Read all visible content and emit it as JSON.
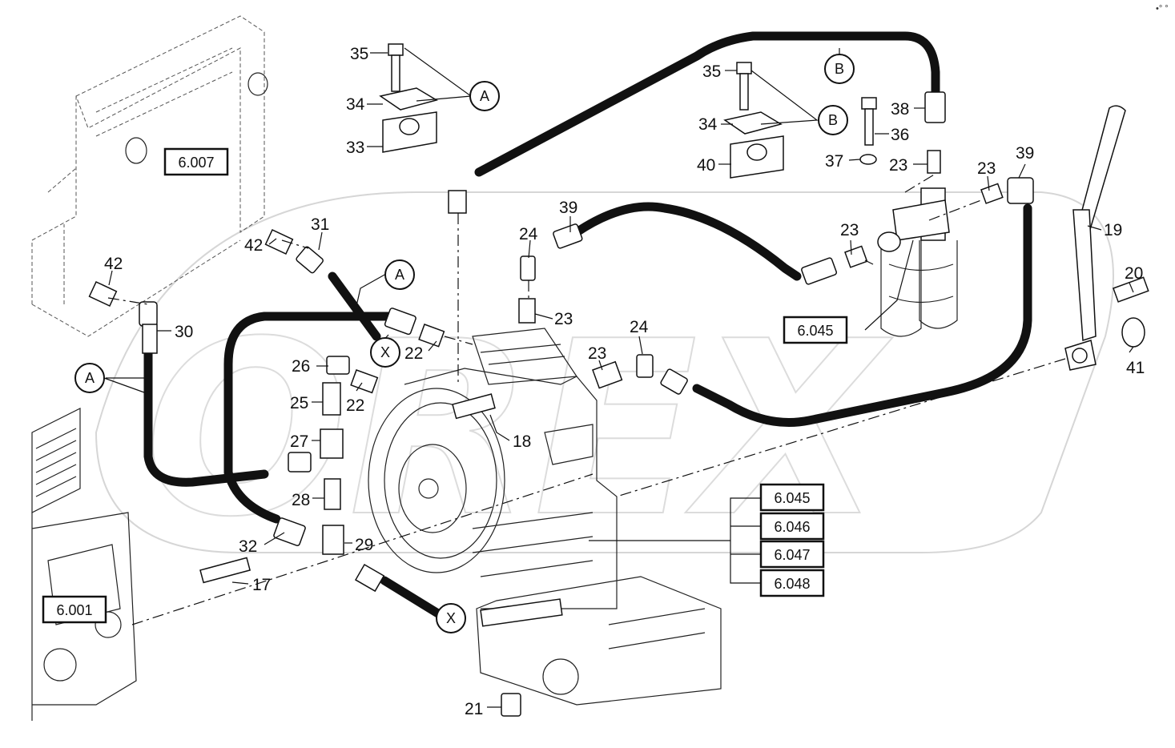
{
  "watermark": "OREX",
  "corner_mark": "•° °",
  "reference_boxes": [
    "6.007",
    "6.001",
    "6.045",
    "6.045",
    "6.046",
    "6.047",
    "6.048"
  ],
  "circle_markers": [
    "A",
    "A",
    "A",
    "B",
    "B",
    "X",
    "X"
  ],
  "part_numbers": [
    "35",
    "34",
    "33",
    "35",
    "34",
    "40",
    "36",
    "37",
    "23",
    "38",
    "31",
    "42",
    "42",
    "30",
    "39",
    "24",
    "23",
    "23",
    "23",
    "39",
    "19",
    "20",
    "41",
    "26",
    "25",
    "22",
    "22",
    "27",
    "28",
    "29",
    "32",
    "17",
    "21",
    "18",
    "24",
    "23"
  ]
}
